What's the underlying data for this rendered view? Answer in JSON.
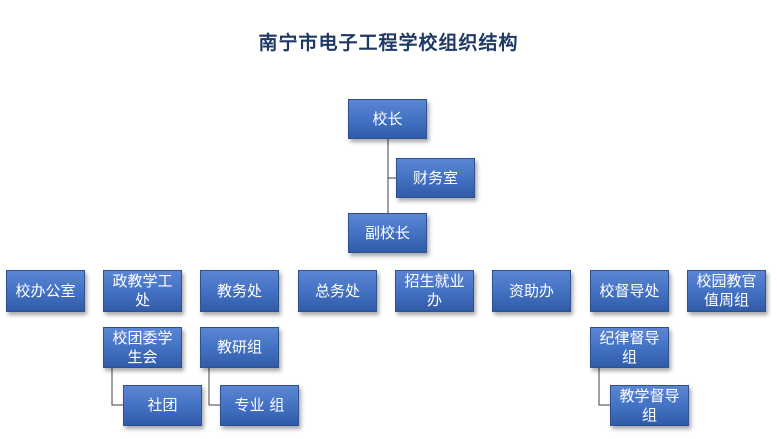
{
  "title": "南宁市电子工程学校组织结构",
  "nodes": {
    "president": "校长",
    "finance": "财务室",
    "vice_president": "副校长",
    "office": "校办公室",
    "political_office": "政教学工处",
    "academic_affairs": "教务处",
    "general_affairs": "总务处",
    "admissions": "招生就业办",
    "financial_aid": "资助办",
    "supervision": "校督导处",
    "campus_duty": "校园教官值周组",
    "youth_league": "校团委学生会",
    "teaching_research": "教研组",
    "discipline_group": "纪律督导组",
    "clubs": "社团",
    "specialty_group": "专业 组",
    "teaching_supervision_group": "教学督导组"
  },
  "colors": {
    "node_fill": "#4472c4",
    "node_border": "#2f528f",
    "node_text": "#ffffff",
    "title_text": "#1f3864",
    "connector": "#404040"
  }
}
